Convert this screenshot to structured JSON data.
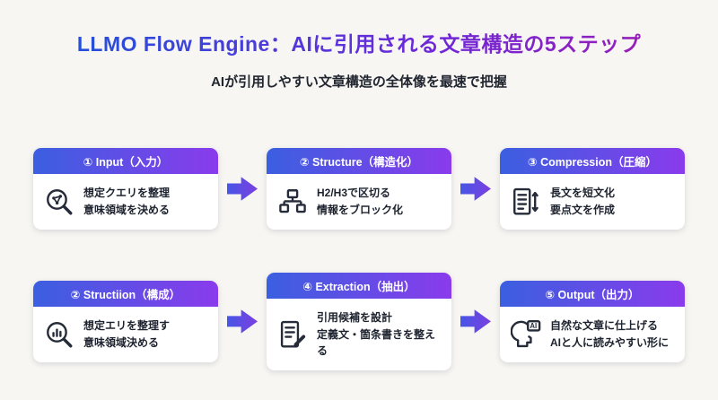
{
  "header": {
    "title": "LLMO Flow Engine：AIに引用される文章構造の5ステップ",
    "subtitle": "AIが引用しやすい文章構造の全体像を最速で把握"
  },
  "steps": [
    {
      "title": "① Input（入力）",
      "line1": "想定クエリを整理",
      "line2": "意味領域を決める",
      "icon": "search-network-icon"
    },
    {
      "title": "② Structure（構造化）",
      "line1": "H2/H3で区切る",
      "line2": "情報をブロック化",
      "icon": "sitemap-icon"
    },
    {
      "title": "③ Compression（圧縮）",
      "line1": "長文を短文化",
      "line2": "要点文を作成",
      "icon": "compress-document-icon"
    },
    {
      "title": "② Structiion（構成）",
      "line1": "想定エリを整理す",
      "line2": "意味領域決める",
      "icon": "search-chart-icon"
    },
    {
      "title": "④ Extraction（抽出）",
      "line1": "引用候補を設計",
      "line2": "定義文・箇条書きを整える",
      "icon": "document-edit-icon"
    },
    {
      "title": "⑤ Output（出力）",
      "line1": "自然な文章に仕上げる",
      "line2": "AIと人に読みやすい形に",
      "icon": "ai-head-icon",
      "icon_label": "AI"
    }
  ],
  "colors": {
    "page_background": "#f7f6f2",
    "title_gradient_start": "#1a56db",
    "title_gradient_end": "#a21caf",
    "card_header_gradient_start": "#3b5fe0",
    "card_header_gradient_end": "#8a3bec",
    "arrow_gradient_start": "#4656e6",
    "arrow_gradient_end": "#7c3fe0",
    "body_text": "#1c222e"
  }
}
